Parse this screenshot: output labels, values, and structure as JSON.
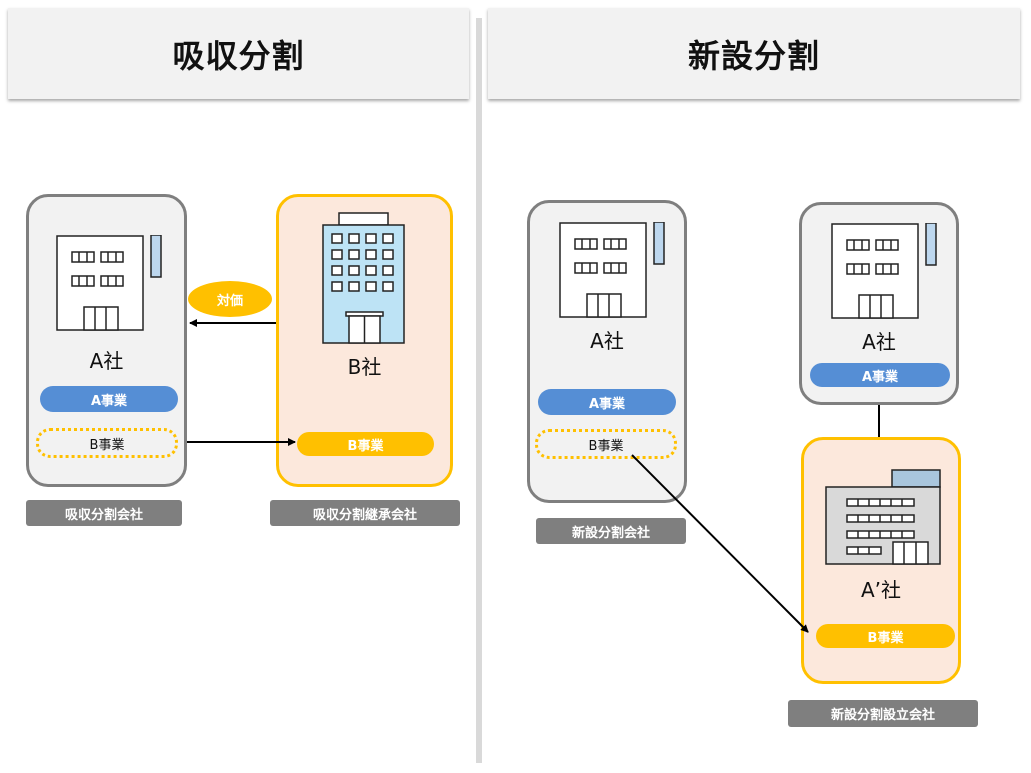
{
  "left": {
    "title": "吸収分割",
    "company_a": {
      "name": "A社",
      "business_a": "A事業",
      "business_b": "B事業",
      "role_tag": "吸収分割会社"
    },
    "company_b": {
      "name": "B社",
      "business_b": "B事業",
      "role_tag": "吸収分割継承会社"
    },
    "consideration_label": "対価"
  },
  "right": {
    "title": "新設分割",
    "company_a_before": {
      "name": "A社",
      "business_a": "A事業",
      "business_b": "B事業",
      "role_tag": "新設分割会社"
    },
    "company_a_after": {
      "name": "A社",
      "business_a": "A事業"
    },
    "company_new": {
      "name": "A’社",
      "business_b": "B事業",
      "role_tag": "新設分割設立会社"
    }
  },
  "colors": {
    "blue": "#558ed5",
    "yellow": "#ffc000",
    "gray": "#7f7f7f",
    "peach": "#fce8dc"
  }
}
